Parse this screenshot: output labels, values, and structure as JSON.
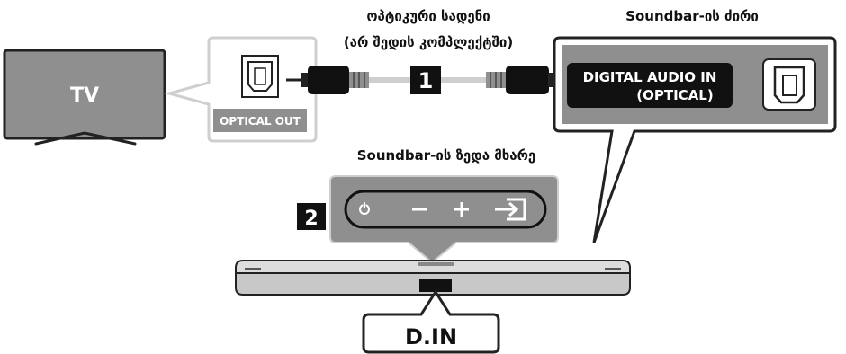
{
  "tv": {
    "label": "TV"
  },
  "tv_port": {
    "label": "OPTICAL OUT"
  },
  "cable": {
    "title_line1": "ოპტიკური სადენი",
    "title_line2": "(არ შედის კომპლექტში)",
    "step_number": "1"
  },
  "soundbar_port": {
    "caption": "Soundbar-ის ძირი",
    "label_line1": "DIGITAL AUDIO IN",
    "label_line2": "(OPTICAL)"
  },
  "soundbar_top": {
    "caption": "Soundbar-ის ზედა მხარე",
    "step_number": "2",
    "buttons": {
      "power": "⏻",
      "volume_down": "−",
      "volume_up": "+",
      "source": "⮚"
    }
  },
  "display": {
    "text": "D.IN"
  },
  "colors": {
    "panel_gray": "#8f8f8f",
    "body_gray": "#c8c8c8",
    "dark": "#111111",
    "cable_gray": "#cfcfcf"
  }
}
